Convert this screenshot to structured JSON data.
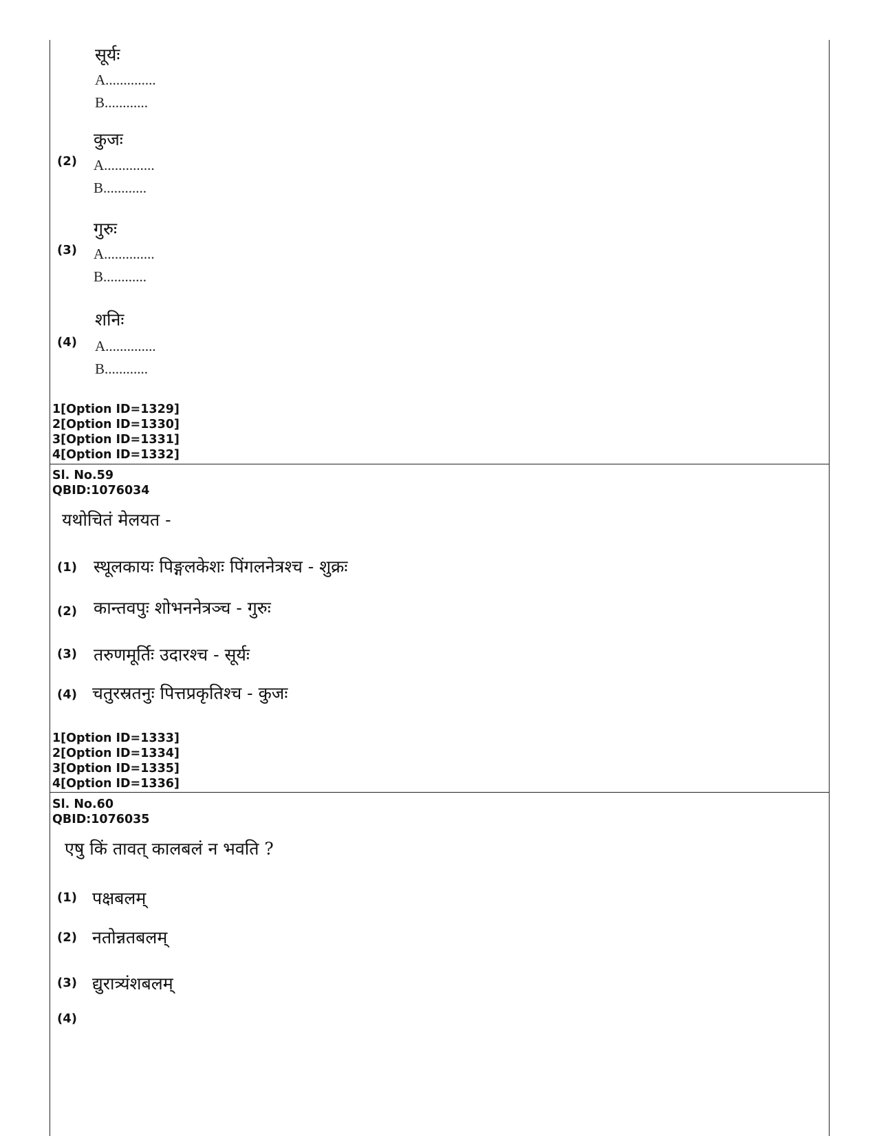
{
  "top_question": {
    "options": [
      {
        "num": "",
        "planet": "सूर्यः",
        "a": "A..............",
        "b": "B............"
      },
      {
        "num": "(2)",
        "planet": "कुजः",
        "a": "A..............",
        "b": "B............"
      },
      {
        "num": "(3)",
        "planet": "गुरुः",
        "a": "A..............",
        "b": "B............"
      },
      {
        "num": "(4)",
        "planet": "शनिः",
        "a": "A..............",
        "b": "B............"
      }
    ],
    "option_ids": [
      "1[Option ID=1329]",
      "2[Option ID=1330]",
      "3[Option ID=1331]",
      "4[Option ID=1332]"
    ]
  },
  "q59": {
    "sl_no": "Sl. No.59",
    "qbid": "QBID:1076034",
    "question": "यथोचितं मेलयत -",
    "options": [
      {
        "num": "(1)",
        "text": "स्थूलकायः पिङ्गलकेशः पिंगलनेत्रश्च - शुक्रः"
      },
      {
        "num": "(2)",
        "text": "कान्तवपुः शोभननेत्रञ्च - गुरुः"
      },
      {
        "num": "(3)",
        "text": "तरुणमूर्तिः उदारश्च - सूर्यः"
      },
      {
        "num": "(4)",
        "text": "चतुरस्रतनुः पित्तप्रकृतिश्च - कुजः"
      }
    ],
    "option_ids": [
      "1[Option ID=1333]",
      "2[Option ID=1334]",
      "3[Option ID=1335]",
      "4[Option ID=1336]"
    ]
  },
  "q60": {
    "sl_no": "Sl. No.60",
    "qbid": "QBID:1076035",
    "question": "एषु किं तावत् कालबलं न भवति ?",
    "options": [
      {
        "num": "(1)",
        "text": "पक्षबलम्"
      },
      {
        "num": "(2)",
        "text": "नतोन्नतबलम्"
      },
      {
        "num": "(3)",
        "text": "द्युरात्र्यंशबलम्"
      },
      {
        "num": "(4)",
        "text": ""
      }
    ]
  }
}
